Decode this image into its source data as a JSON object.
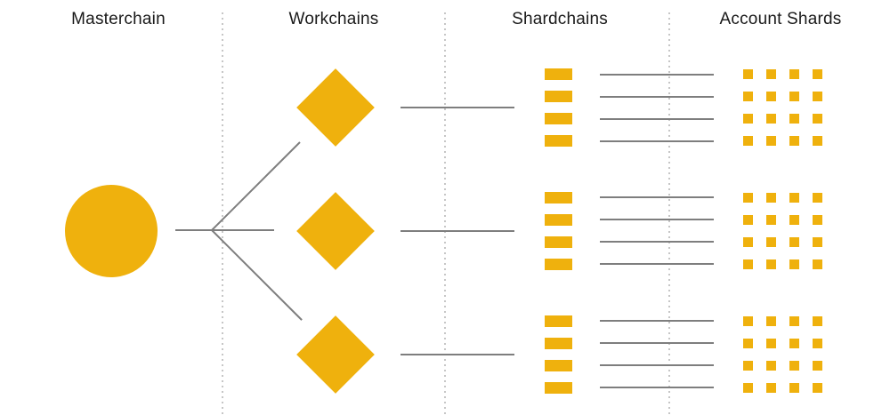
{
  "diagram": {
    "columns": [
      {
        "id": "masterchain",
        "label": "Masterchain"
      },
      {
        "id": "workchains",
        "label": "Workchains"
      },
      {
        "id": "shardchains",
        "label": "Shardchains"
      },
      {
        "id": "account-shards",
        "label": "Account Shards"
      }
    ],
    "structure": {
      "masterchain_count": 1,
      "workchain_count": 3,
      "shardchains_per_workchain": 4,
      "account_shard_grid": {
        "rows": 4,
        "cols": 4
      }
    },
    "colors": {
      "accent": "#EFB10D",
      "connector": "#7E7E7E",
      "divider": "#C6C6C6",
      "text": "#1A1A1A",
      "background": "#FFFFFF"
    }
  }
}
